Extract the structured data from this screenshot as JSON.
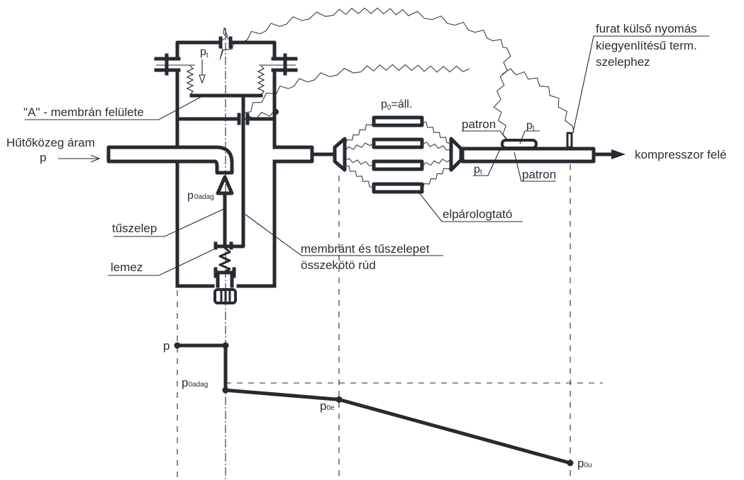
{
  "labels": {
    "pt_membrane": {
      "base": "p",
      "sub": "t"
    },
    "membrane_surface": "\"A\" - membrán felülete",
    "refrigerant_flow": "Hűtőközeg áram",
    "inlet_pressure": "p",
    "p0_dosing_valve": {
      "base": "p",
      "sub": "0adag"
    },
    "needle_valve": "tűszelep",
    "plate": "lemez",
    "connecting_rod_line1": "membránt és tűszelepet",
    "connecting_rod_line2": "összekötö rúd",
    "p0_const": {
      "base": "p",
      "sub": "0",
      "suffix": "=áll."
    },
    "evaporator": "elpárologtató",
    "cartridge_top": "patron",
    "cartridge_bottom": "patron",
    "pt_cartridge_top": {
      "base": "p",
      "sub": "t"
    },
    "pt_cartridge_bottom": {
      "base": "p",
      "sub": "t"
    },
    "bore_line1": "furat külső nyomás",
    "bore_line2": "kiegyenlítésű term.",
    "bore_line3": "szelephez",
    "to_compressor": "kompresszor felé"
  },
  "pressure_profile": {
    "points": [
      {
        "name": "p",
        "label": {
          "base": "p",
          "sub": ""
        },
        "level": 1.0
      },
      {
        "name": "p_after_inlet",
        "label": null,
        "level": 1.0
      },
      {
        "name": "p0adag",
        "label": {
          "base": "p",
          "sub": "0adag"
        },
        "level": 0.62
      },
      {
        "name": "p0e",
        "label": {
          "base": "p",
          "sub": "0e"
        },
        "level": 0.54
      },
      {
        "name": "p0u",
        "label": {
          "base": "p",
          "sub": "0u"
        },
        "level": 0.0
      }
    ]
  }
}
